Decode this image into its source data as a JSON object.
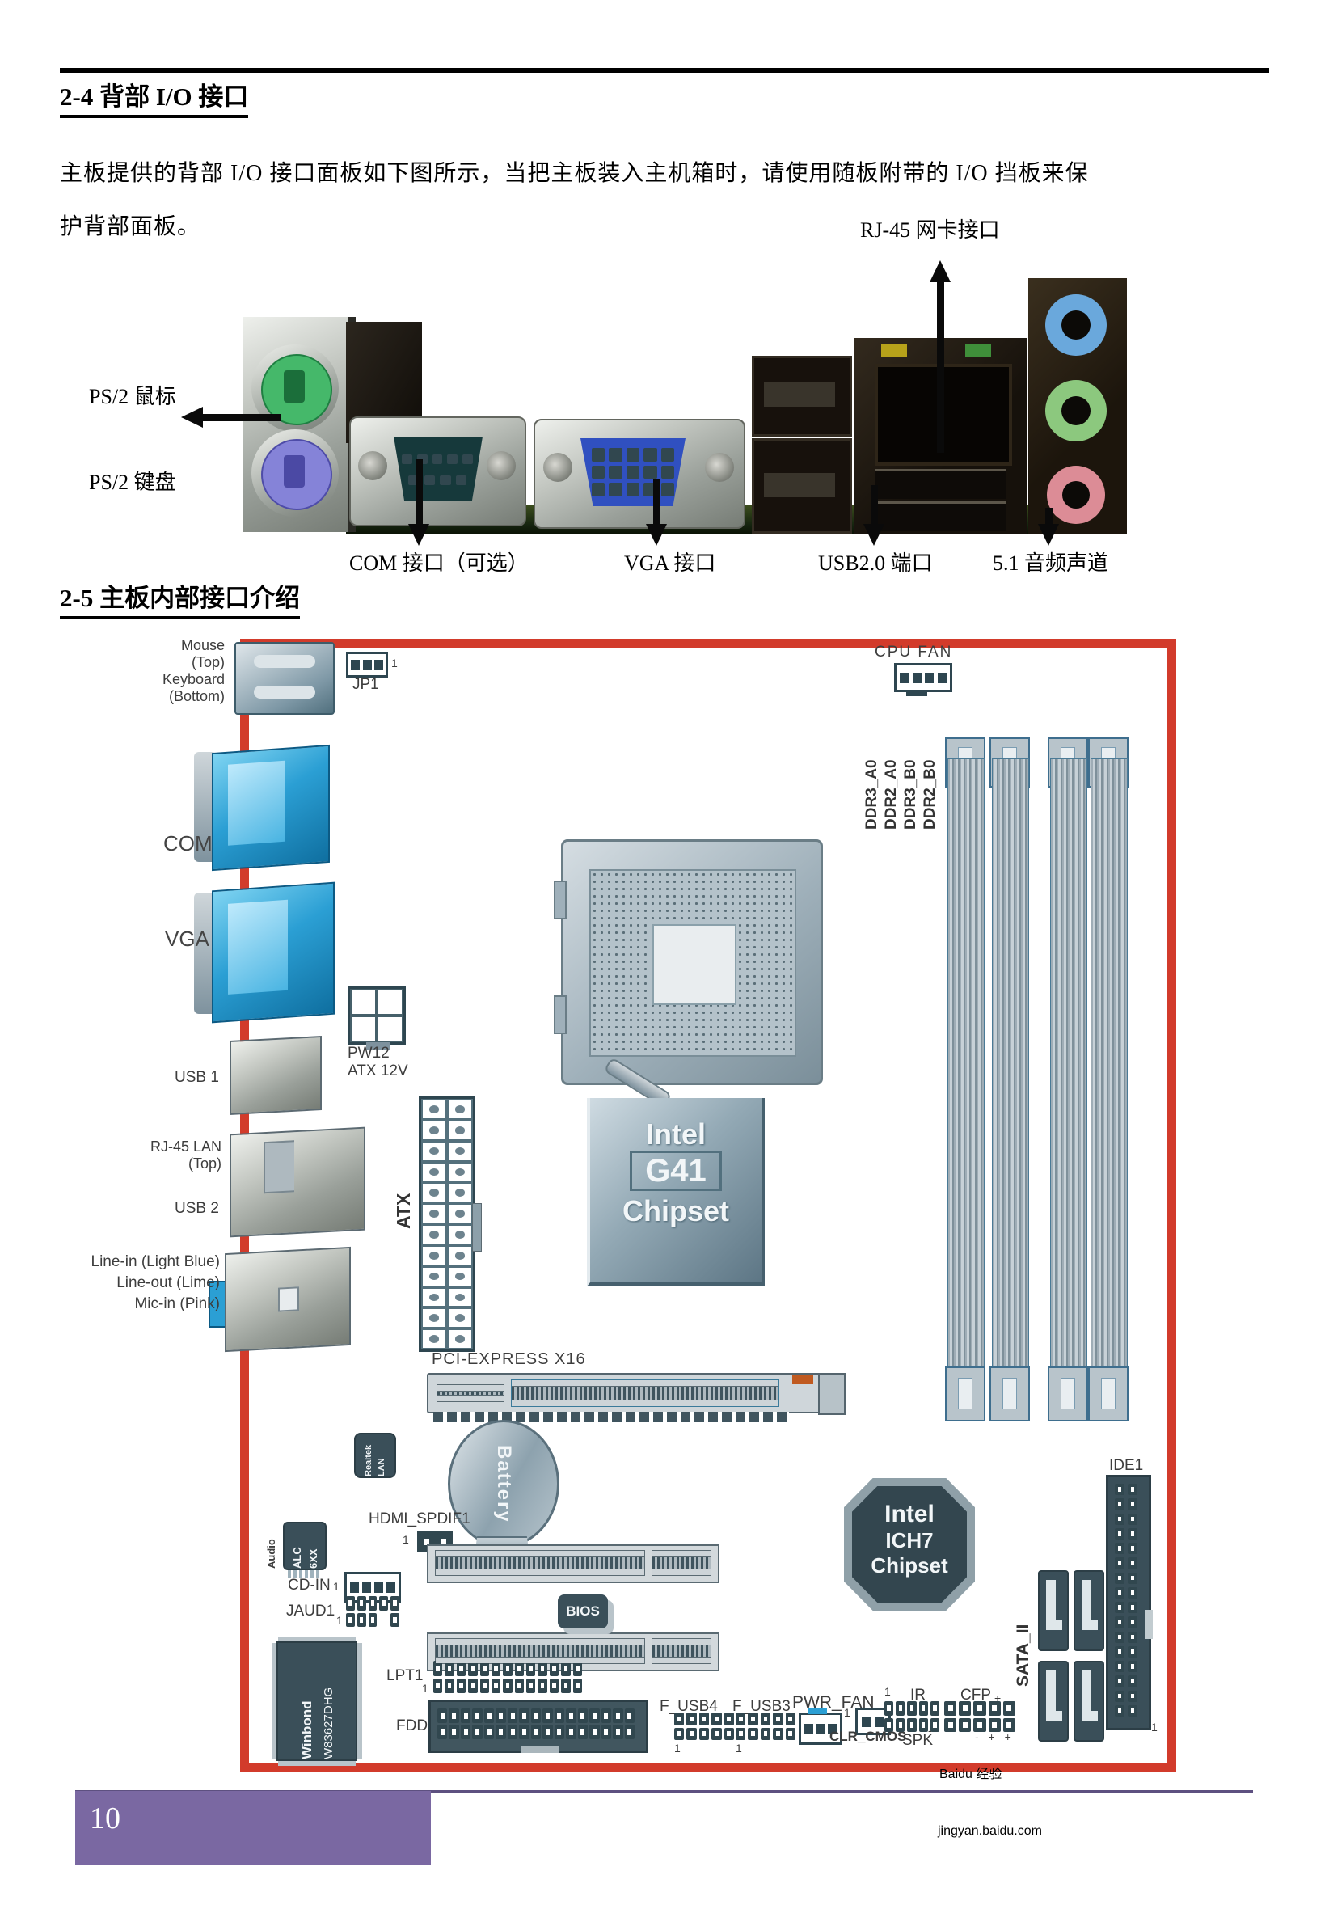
{
  "doc": {
    "section1_title": "2-4 背部 I/O 接口",
    "para_line1": "主板提供的背部 I/O 接口面板如下图所示，当把主板装入主机箱时，请使用随板附带的 I/O 挡板来保",
    "para_line2": "护背部面板。",
    "section2_title": "2-5 主板内部接口介绍",
    "page_number": "10"
  },
  "photo_labels": {
    "ps2_mouse": "PS/2 鼠标",
    "ps2_keyboard": "PS/2 键盘",
    "rj45": "RJ-45 网卡接口",
    "com": "COM 接口（可选）",
    "vga": "VGA 接口",
    "usb": "USB2.0 端口",
    "audio": "5.1 音频声道"
  },
  "diagram": {
    "ps2_l1": "Mouse",
    "ps2_l2": "(Top)",
    "ps2_l3": "Keyboard",
    "ps2_l4": "(Bottom)",
    "jp1": "JP1",
    "cpu_fan": "CPU FAN",
    "com": "COM",
    "vga": "VGA",
    "pw12": "PW12",
    "atx12v": "ATX 12V",
    "usb1": "USB 1",
    "rj45_l1": "RJ-45 LAN",
    "rj45_l2": "(Top)",
    "usb2": "USB 2",
    "line_in": "Line-in (Light Blue)",
    "line_out": "Line-out (Lime)",
    "mic_in": "Mic-in (Pink)",
    "atx": "ATX",
    "ddr1": "DDR3_A0",
    "ddr2": "DDR2_A0",
    "ddr3": "DDR3_B0",
    "ddr4": "DDR2_B0",
    "g41_l1": "Intel",
    "g41_l2": "G41",
    "g41_l3": "Chipset",
    "pcie": "PCI-EXPRESS X16",
    "realtek_l1": "Realtek",
    "realtek_l2": "LAN",
    "battery": "Battery",
    "hdmi": "HDMI_SPDIF1",
    "audio_side": "Audio",
    "alc_l1": "ALC",
    "alc_l2": "6XX",
    "cdin": "CD-IN",
    "jaud1": "JAUD1",
    "bios": "BIOS",
    "winbond_l1": "Winbond",
    "winbond_l2": "W83627DHG",
    "lpt1": "LPT1",
    "fdd": "FDD",
    "fusb4": "F_USB4",
    "fusb3": "F_USB3",
    "pwr_fan": "PWR_FAN",
    "clr_cmos": "CLR_CMOS",
    "ir": "IR",
    "cfp": "CFP",
    "spk": "SPK",
    "cfp_plus": "+",
    "cfp_marks": "- + +",
    "spk_mark": "-",
    "sata": "SATA_II",
    "ide1": "IDE1",
    "ich7_l1": "Intel",
    "ich7_l2": "ICH7",
    "ich7_l3": "Chipset",
    "pin1": "1"
  },
  "watermark": {
    "brand": "Baidu 经验",
    "url": "jingyan.baidu.com"
  },
  "colors": {
    "pcb_border_red": "#d23b2b",
    "footer_bar_purple": "#7a68a2",
    "footer_line_purple": "#5d5080",
    "connector_slate": "#3a4f59",
    "io_blue": "#2b9fd4",
    "watermark_gray": "#cbcbcb"
  }
}
